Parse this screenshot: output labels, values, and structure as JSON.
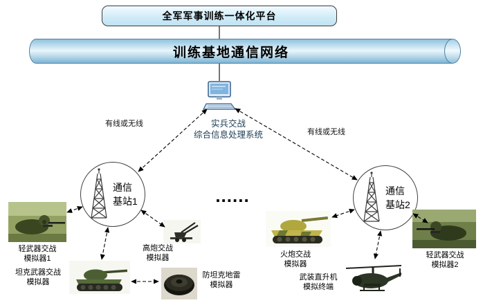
{
  "platform": {
    "title": "全军军事训练一体化平台"
  },
  "network": {
    "title": "训练基地通信网络"
  },
  "processor": {
    "line1": "实兵交战",
    "line2": "综合信息处理系统"
  },
  "links": {
    "left": "有线或无线",
    "right": "有线或无线",
    "ellipsis": "......"
  },
  "base_stations": [
    {
      "line1": "通信",
      "line2": "基站1"
    },
    {
      "line1": "通信",
      "line2": "基站2"
    }
  ],
  "simulators": [
    {
      "line1": "轻武器交战",
      "line2": "模拟器1"
    },
    {
      "line1": "高炮交战",
      "line2": "模拟器"
    },
    {
      "line1": "坦克武器交战",
      "line2": "模拟器"
    },
    {
      "line1": "防坦克地雷",
      "line2": "模拟器"
    },
    {
      "line1": "火炮交战",
      "line2": "模拟器"
    },
    {
      "line1": "武装直升机",
      "line2": "模拟终端"
    },
    {
      "line1": "轻武器交战",
      "line2": "模拟器2"
    }
  ],
  "colors": {
    "platform_fill": "#d2ecf8",
    "cylinder_fill": "#9cc8e0",
    "line": "#000000"
  },
  "icons": {
    "computer": "computer-icon",
    "antenna_tower": "antenna-tower-icon"
  }
}
